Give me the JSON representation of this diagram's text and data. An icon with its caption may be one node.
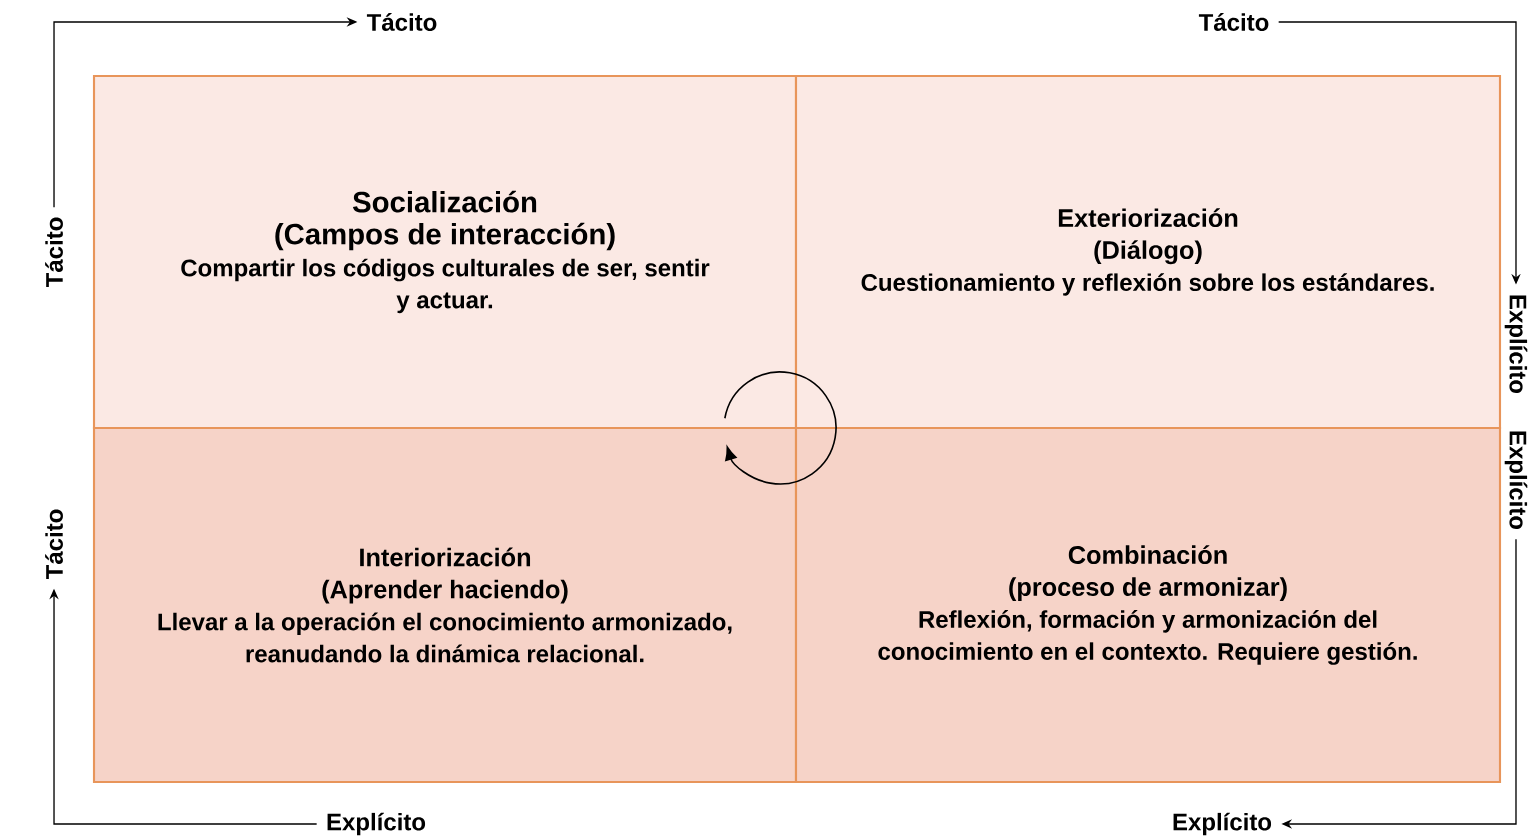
{
  "diagram": {
    "nodes": [
      {
        "text": [
          "Socialización",
          "(Campos de interacción)",
          "Compartir los códigos culturales de ser, sentir y actuar."
        ]
      },
      {
        "text": [
          "Exteriorización",
          "(Diálogo)",
          "Cuestionamiento y reflexión sobre los estándares."
        ]
      },
      {
        "text": [
          "Interiorización",
          "(Aprender haciendo)",
          "Llevar a la operación el conocimiento armonizado, reanudando la dinámica relacional."
        ]
      },
      {
        "text": [
          "Combinación",
          "(proceso de armonizar)",
          "Reflexión, formación y armonización del conocimiento en el contexto. Requiere gestión."
        ]
      },
      {
        "text": [
          "Tácito"
        ]
      },
      {
        "text": [
          "Tácito"
        ]
      },
      {
        "text": [
          "Tácito"
        ]
      },
      {
        "text": [
          "Explícito"
        ]
      },
      {
        "text": [
          "Explícito"
        ]
      },
      {
        "text": [
          "Explícito"
        ]
      },
      {
        "text": [
          "Explícito"
        ]
      },
      {
        "text": [
          "Tácito"
        ]
      }
    ],
    "edges": [
      {
        "from": 4,
        "to": 5,
        "arrow": "to"
      },
      {
        "from": 6,
        "to": 7,
        "arrow": "to"
      },
      {
        "from": 8,
        "to": 9,
        "arrow": "to"
      },
      {
        "from": 10,
        "to": 11,
        "arrow": "to"
      }
    ]
  }
}
